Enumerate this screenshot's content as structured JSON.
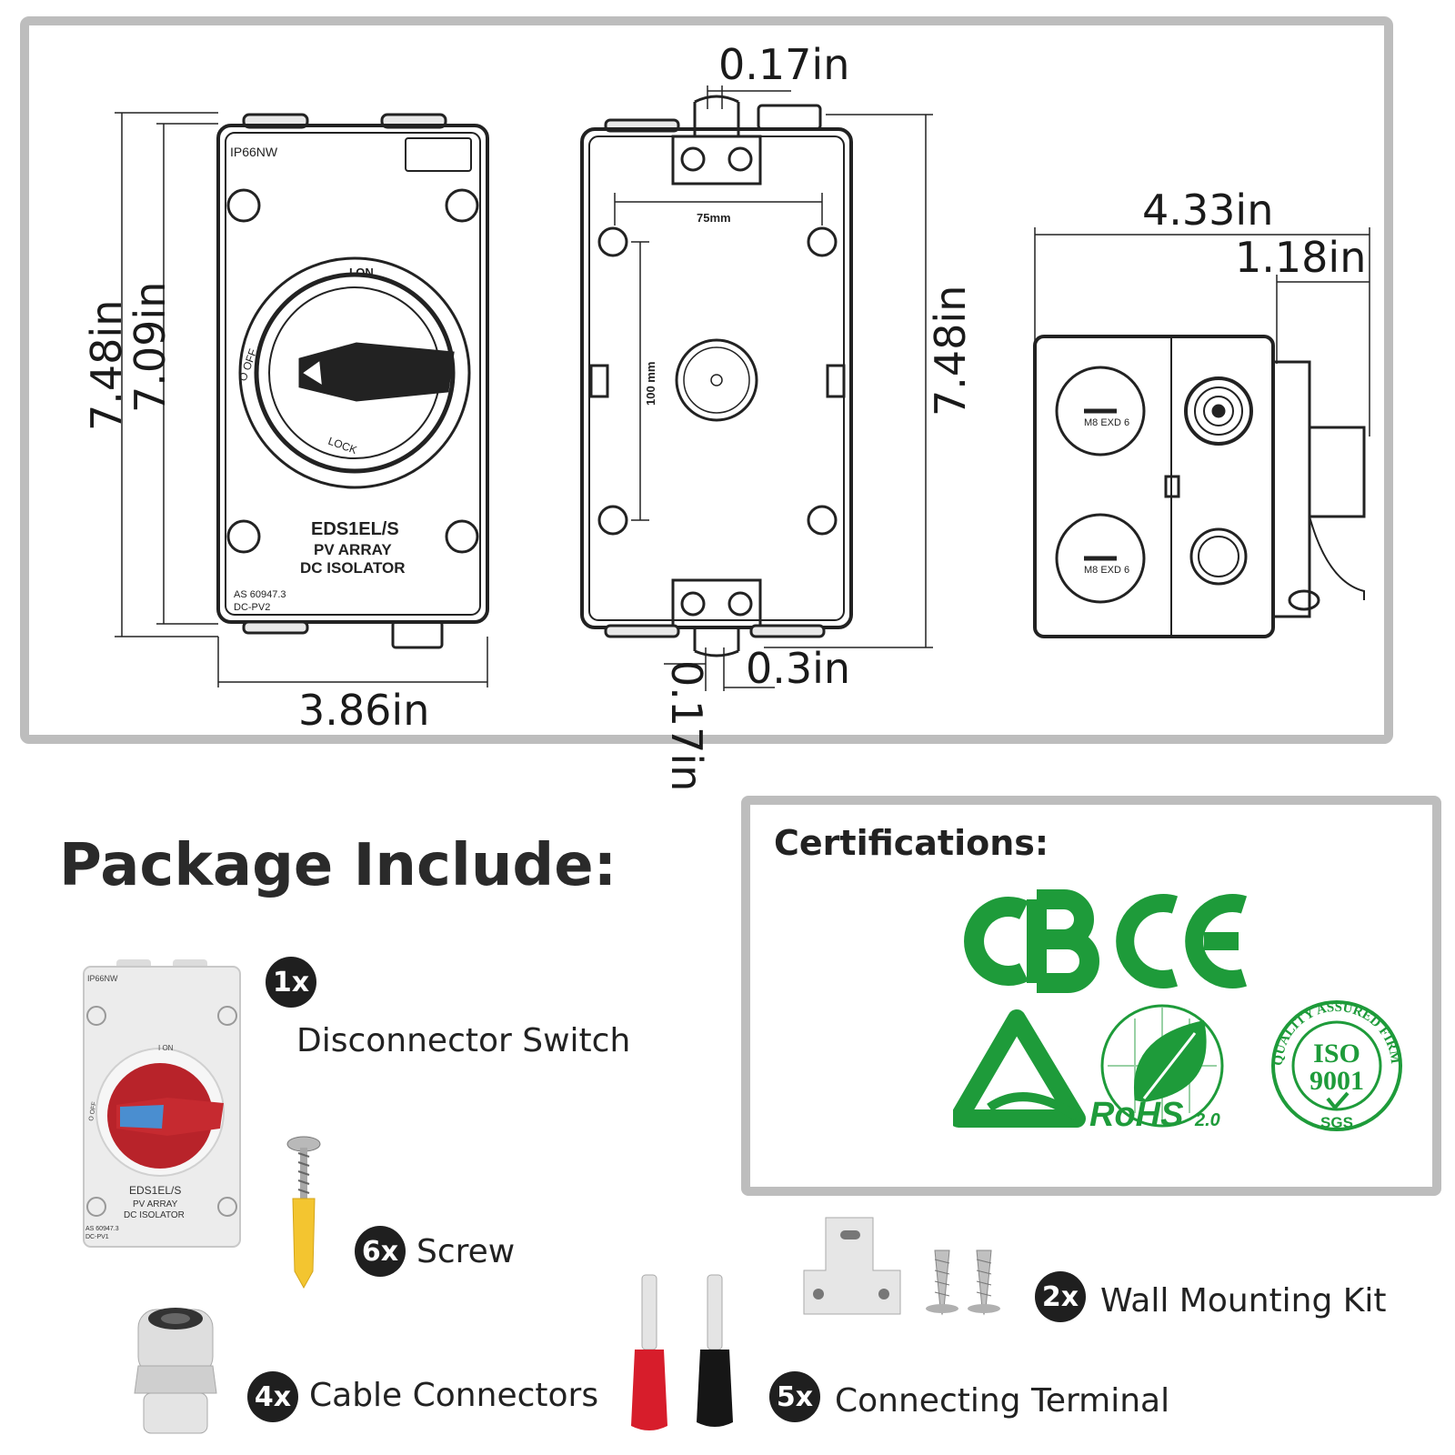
{
  "dimensions": {
    "front_height_outer": "7.48in",
    "front_height_inner": "7.09in",
    "front_width": "3.86in",
    "back_tab_top": "0.17in",
    "back_height": "7.48in",
    "back_tab_bottom": "0.17in",
    "back_tab_offset": "0.3in",
    "side_depth": "4.33in",
    "side_knob_depth": "1.18in",
    "back_inner_width": "75mm",
    "back_inner_height": "100 mm"
  },
  "front_device": {
    "rating": "IP66NW",
    "on_label": "I ON",
    "off_label": "O OFF",
    "lock_label": "LOCK",
    "model": "EDS1EL/S",
    "line1": "PV ARRAY",
    "line2": "DC ISOLATOR",
    "standard": "AS 60947.3",
    "category": "DC-PV2"
  },
  "side_view": {
    "gland_label": "M8 EXD 6"
  },
  "package": {
    "title": "Package Include:",
    "items": [
      {
        "qty": "1x",
        "label": "Disconnector Switch"
      },
      {
        "qty": "6x",
        "label": "Screw"
      },
      {
        "qty": "4x",
        "label": "Cable Connectors"
      },
      {
        "qty": "5x",
        "label": "Connecting Terminal"
      },
      {
        "qty": "2x",
        "label": "Wall Mounting Kit"
      }
    ],
    "switch_photo": {
      "rating": "IP66NW",
      "on_label": "I ON",
      "off_label": "O OFF",
      "model": "EDS1EL/S",
      "line1": "PV ARRAY",
      "line2": "DC ISOLATOR",
      "standard": "AS 60947.3",
      "category": "DC-PV1"
    }
  },
  "certifications": {
    "title": "Certifications:",
    "logos": [
      "CB",
      "CE",
      "triangle-mark",
      "RoHS",
      "ISO 9001"
    ],
    "rohs_text": "RoHS",
    "rohs_version": "2.0",
    "iso_ring": "QUALITY ASSURED FIRM",
    "iso_line1": "ISO",
    "iso_line2": "9001",
    "iso_sgs": "SGS",
    "colors": {
      "logo_green": "#1e9b3a"
    }
  }
}
